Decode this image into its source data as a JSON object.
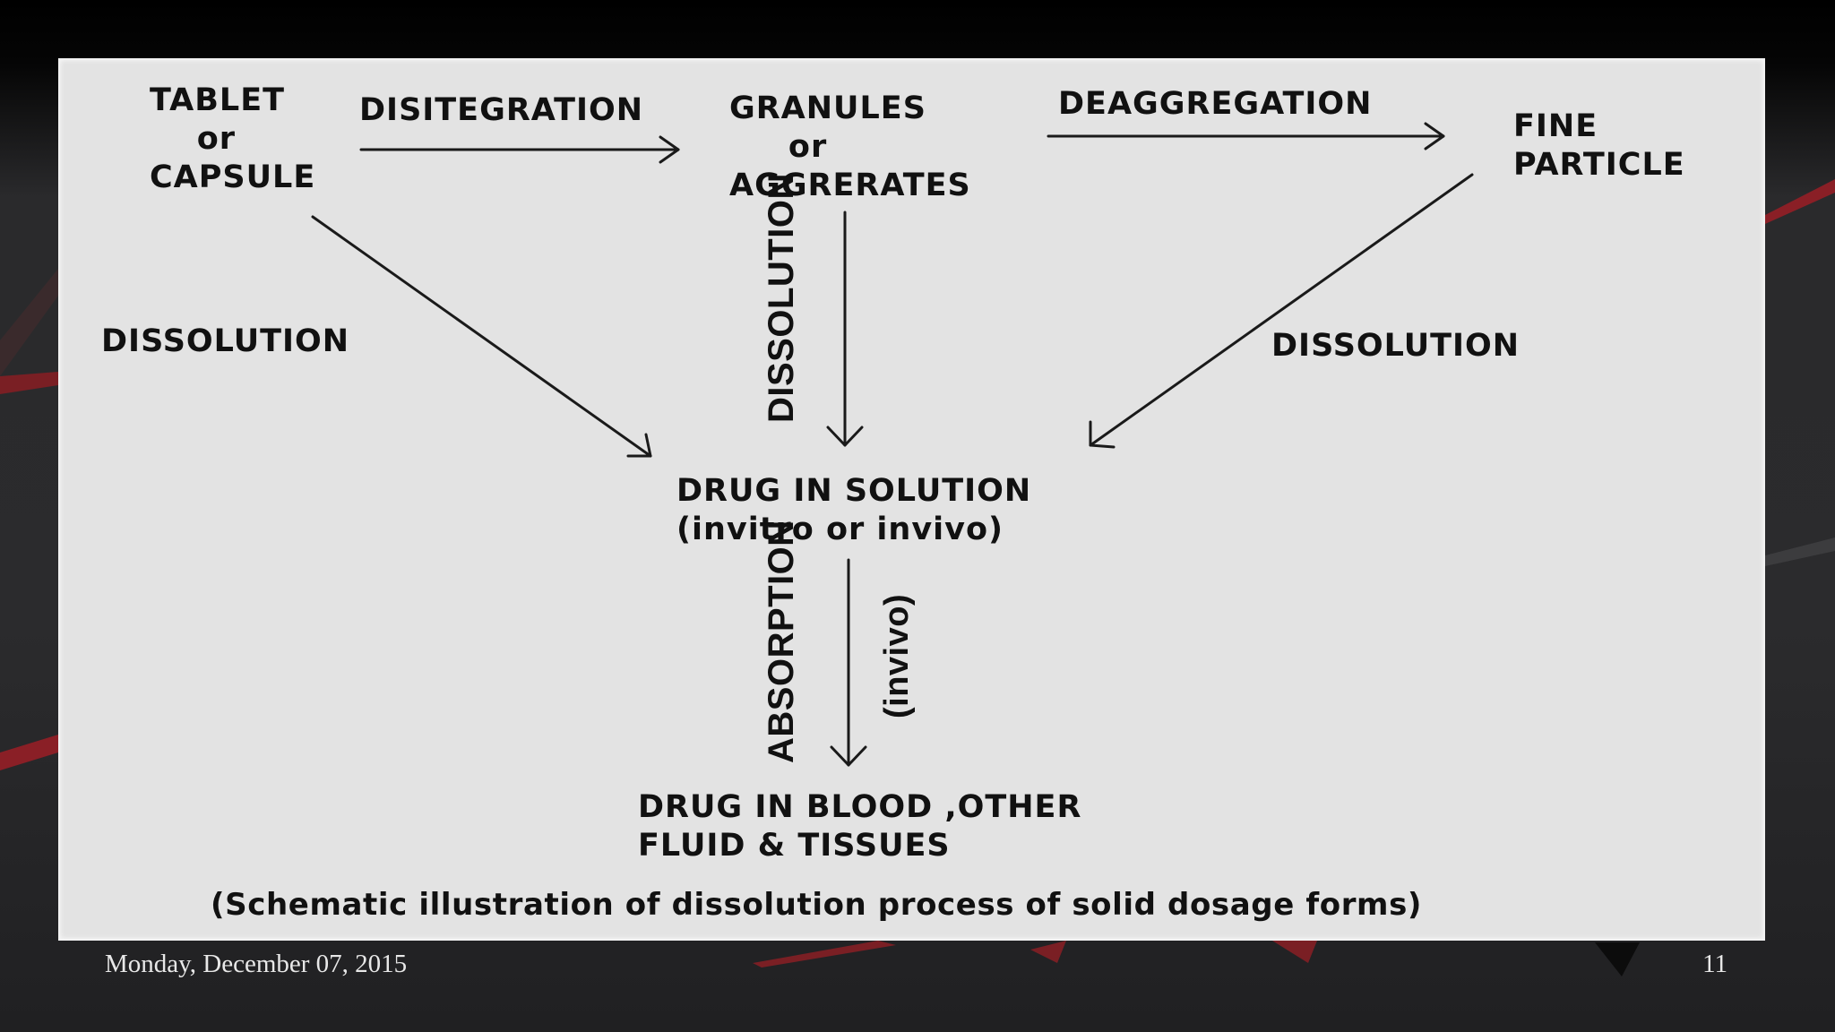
{
  "slide": {
    "date": "Monday, December 07, 2015",
    "page_number": "11"
  },
  "diagram": {
    "nodes": {
      "tablet": "TABLET\n    or\nCAPSULE",
      "granules": "GRANULES\n     or\nAGGRERATES",
      "fine_particle": "FINE\nPARTICLE",
      "drug_solution": "DRUG IN SOLUTION\n(invitro or invivo)",
      "drug_blood": "DRUG IN BLOOD ,OTHER\nFLUID & TISSUES"
    },
    "edges": {
      "disintegration": "DISITEGRATION",
      "deaggregation": "DEAGGREGATION",
      "dissolution_left": "DISSOLUTION",
      "dissolution_center": "DISSOLUTION",
      "dissolution_right": "DISSOLUTION",
      "absorption": "ABSORPTION",
      "invivo": "(invivo)"
    },
    "caption": "(Schematic illustration of dissolution process of solid dosage forms)"
  }
}
